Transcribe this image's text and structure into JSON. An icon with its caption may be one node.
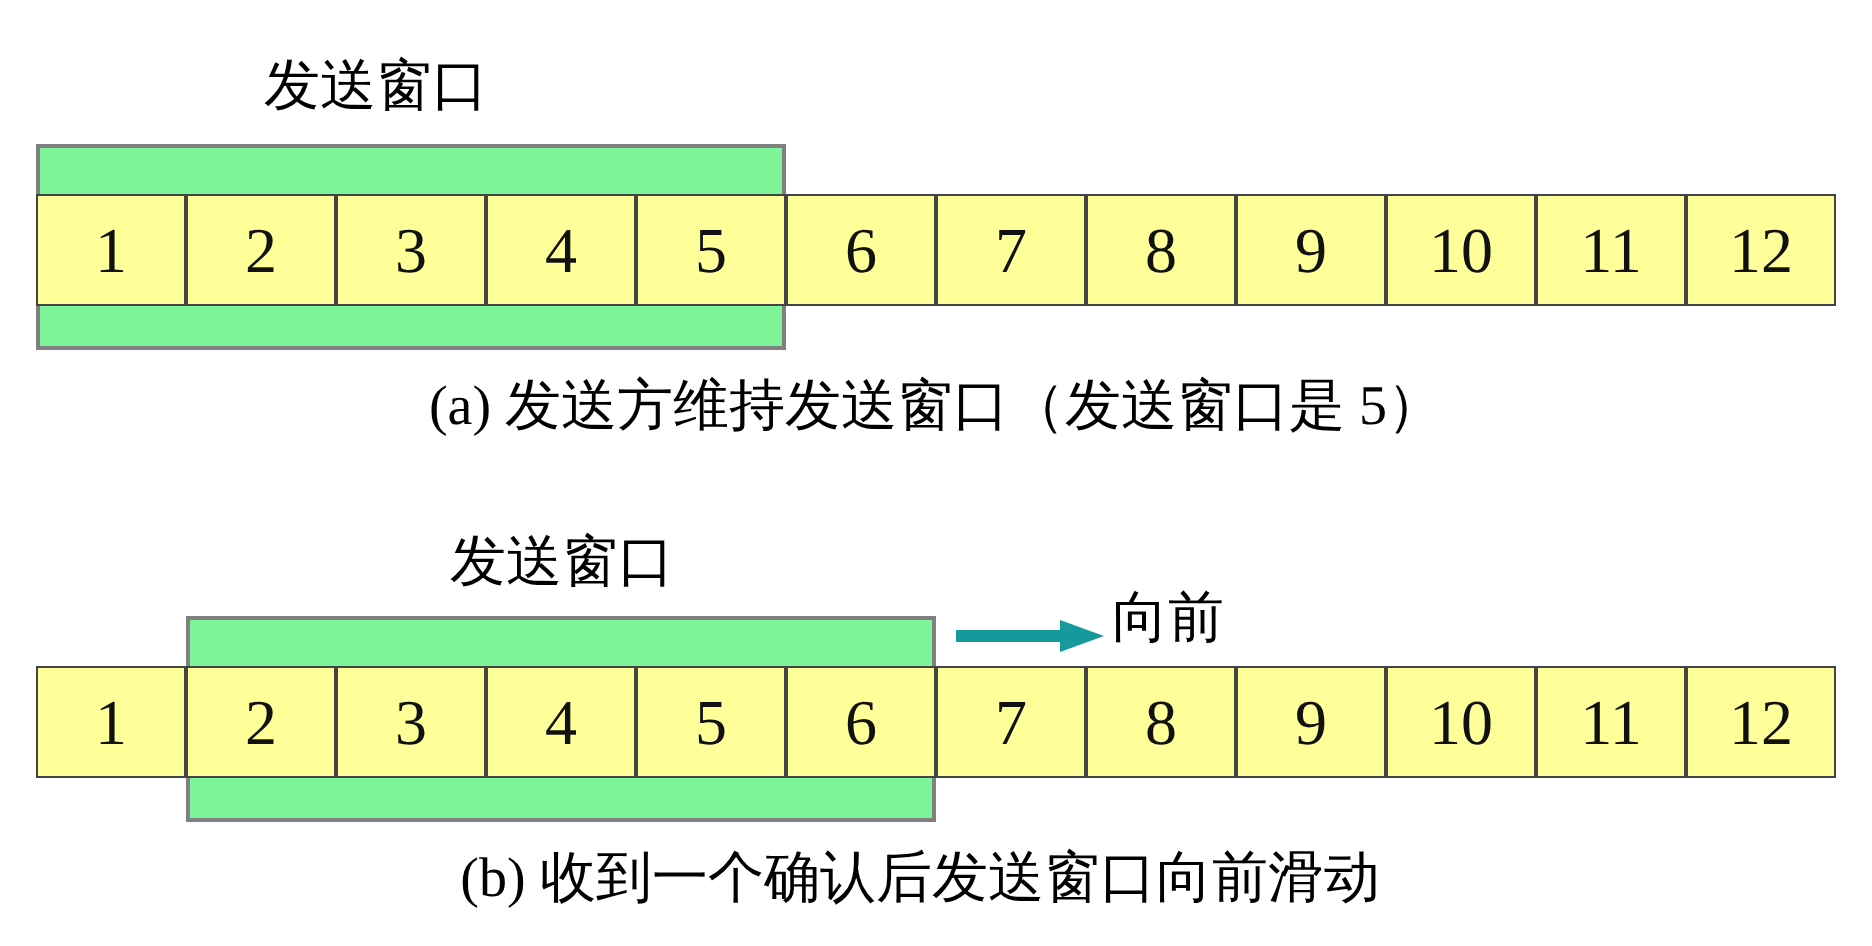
{
  "diagram": {
    "nodes": [
      {
        "text": [
          "发送窗口"
        ]
      },
      {
        "text": [
          "1"
        ],
        "in": 0
      },
      {
        "text": [
          "2"
        ],
        "in": 0
      },
      {
        "text": [
          "3"
        ],
        "in": 0
      },
      {
        "text": [
          "4"
        ],
        "in": 0
      },
      {
        "text": [
          "5"
        ],
        "in": 0
      },
      {
        "text": [
          "6"
        ]
      },
      {
        "text": [
          "7"
        ]
      },
      {
        "text": [
          "8"
        ]
      },
      {
        "text": [
          "9"
        ]
      },
      {
        "text": [
          "10"
        ]
      },
      {
        "text": [
          "11"
        ]
      },
      {
        "text": [
          "12"
        ]
      },
      {
        "text": [
          "发送窗口"
        ]
      },
      {
        "text": [
          "1"
        ]
      },
      {
        "text": [
          "2"
        ],
        "in": 13
      },
      {
        "text": [
          "3"
        ],
        "in": 13
      },
      {
        "text": [
          "4"
        ],
        "in": 13
      },
      {
        "text": [
          "5"
        ],
        "in": 13
      },
      {
        "text": [
          "6"
        ],
        "in": 13
      },
      {
        "text": [
          "7"
        ]
      },
      {
        "text": [
          "8"
        ]
      },
      {
        "text": [
          "9"
        ]
      },
      {
        "text": [
          "10"
        ]
      },
      {
        "text": [
          "11"
        ]
      },
      {
        "text": [
          "12"
        ]
      }
    ],
    "edges": [],
    "labels": [
      "(a) 发送方维持发送窗口（发送窗口是 5）",
      "向前",
      "(b) 收到一个确认后发送窗口向前滑动"
    ]
  }
}
